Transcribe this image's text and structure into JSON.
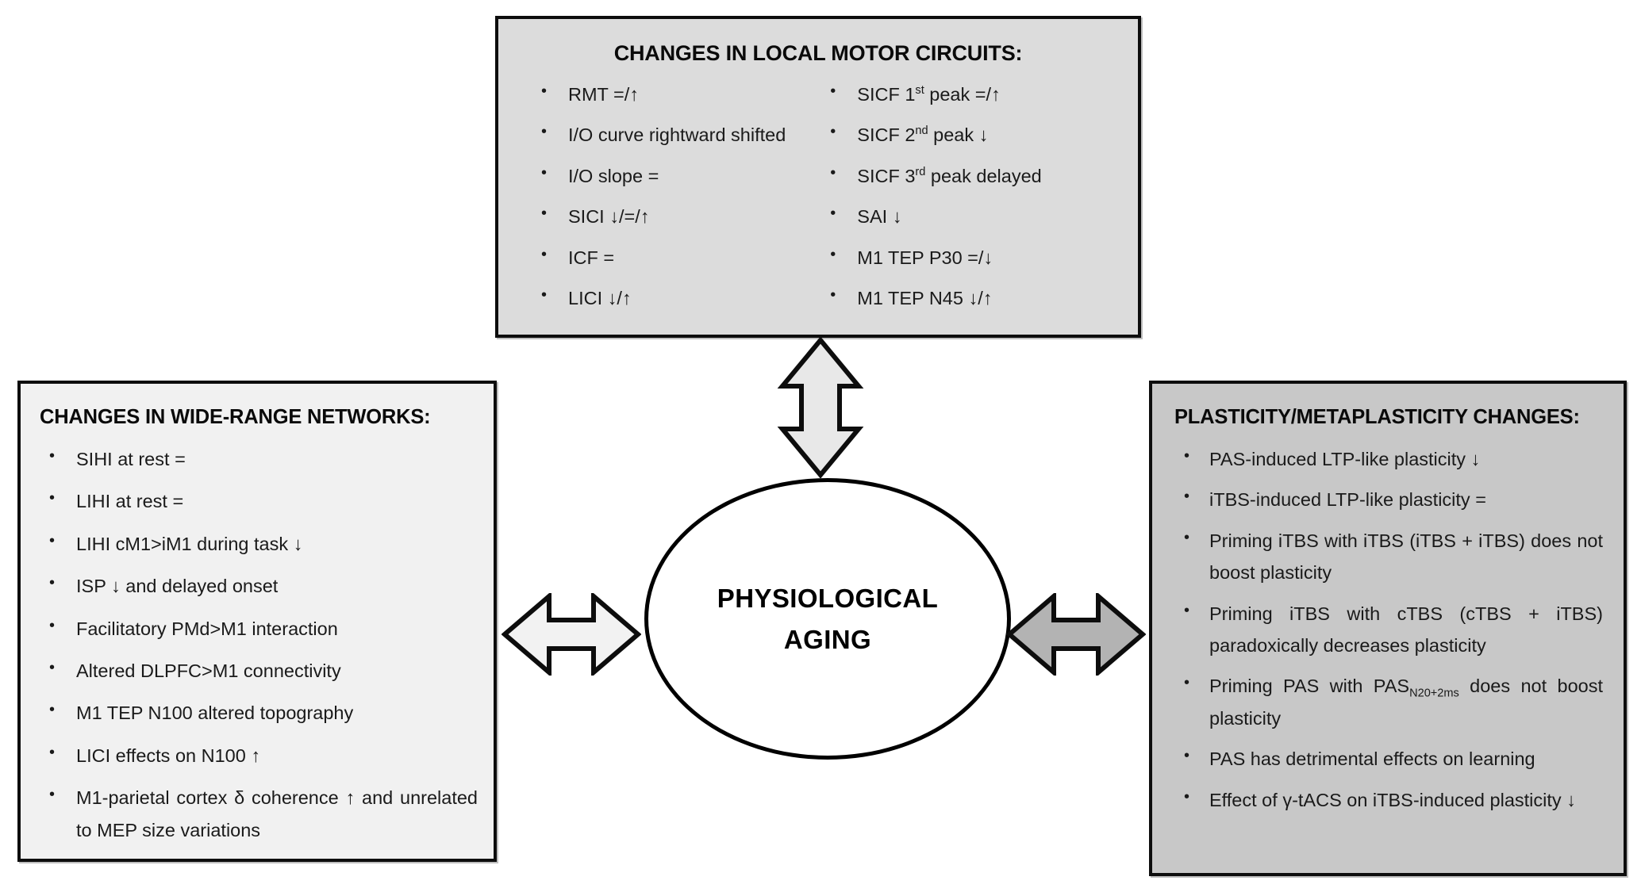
{
  "figure": {
    "center": {
      "label_line1": "PHYSIOLOGICAL",
      "label_line2": "AGING"
    },
    "colors": {
      "top_box_fill": "#dcdcdc",
      "left_box_fill": "#f1f1f1",
      "right_box_fill": "#c8c8c8",
      "border": "#0d0d0d",
      "arrow_light_fill": "#e8e8e8",
      "arrow_dark_fill": "#b3b3b3",
      "text": "#1a1a1a"
    },
    "boxes": {
      "top": {
        "title": "CHANGES IN LOCAL MOTOR CIRCUITS:",
        "column_left": [
          "RMT =/↑",
          "I/O curve rightward shifted",
          "I/O slope =",
          "SICI ↓/=/↑",
          "ICF =",
          "LICI ↓/↑"
        ],
        "column_right": [
          {
            "pre": "SICF 1",
            "sup": "st",
            "post": " peak =/↑"
          },
          {
            "pre": "SICF 2",
            "sup": "nd",
            "post": " peak ↓"
          },
          {
            "pre": "SICF 3",
            "sup": "rd",
            "post": " peak delayed"
          },
          {
            "pre": "SAI ↓",
            "sup": "",
            "post": ""
          },
          {
            "pre": "M1 TEP P30 =/↓",
            "sup": "",
            "post": ""
          },
          {
            "pre": "M1 TEP N45 ↓/↑",
            "sup": "",
            "post": ""
          }
        ]
      },
      "left": {
        "title": "CHANGES IN WIDE-RANGE NETWORKS:",
        "items": [
          "SIHI at rest =",
          "LIHI at rest =",
          "LIHI cM1>iM1 during task ↓",
          "ISP ↓  and delayed onset",
          "Facilitatory PMd>M1 interaction",
          "Altered DLPFC>M1 connectivity",
          "M1 TEP N100 altered topography",
          "LICI effects on N100 ↑",
          "M1-parietal cortex δ coherence ↑ and unrelated to MEP size variations"
        ]
      },
      "right": {
        "title": "PLASTICITY/METAPLASTICITY CHANGES:",
        "items": [
          {
            "pre": "PAS-induced LTP-like plasticity ↓",
            "sub": "",
            "post": ""
          },
          {
            "pre": "iTBS-induced LTP-like plasticity =",
            "sub": "",
            "post": ""
          },
          {
            "pre": "Priming iTBS with iTBS (iTBS + iTBS) does not boost plasticity",
            "sub": "",
            "post": ""
          },
          {
            "pre": "Priming iTBS with cTBS (cTBS + iTBS) paradoxically decreases plasticity",
            "sub": "",
            "post": ""
          },
          {
            "pre": "Priming PAS with PAS",
            "sub": "N20+2ms",
            "post": " does not boost plasticity"
          },
          {
            "pre": "PAS has detrimental effects on learning",
            "sub": "",
            "post": ""
          },
          {
            "pre": "Effect of γ-tACS on iTBS-induced plasticity ↓",
            "sub": "",
            "post": ""
          }
        ]
      }
    },
    "arrows": {
      "vertical": "double-headed-vertical-arrow",
      "left": "double-headed-horizontal-arrow",
      "right": "double-headed-horizontal-arrow"
    }
  }
}
